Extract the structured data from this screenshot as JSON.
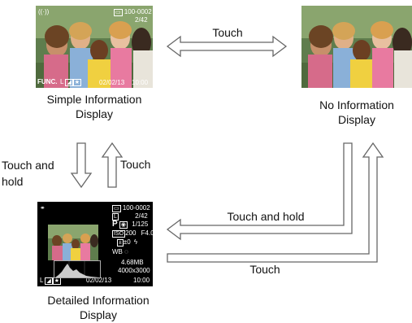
{
  "edge_labels": {
    "top": "Touch",
    "touch_and_hold_left": "Touch and hold",
    "touch_right": "Touch",
    "touch_and_hold_bottom": "Touch and hold",
    "touch_bottom": "Touch"
  },
  "nodes": {
    "simple": {
      "label_line1": "Simple Information",
      "label_line2": "Display"
    },
    "none": {
      "label_line1": "No Information",
      "label_line2": "Display"
    },
    "detailed": {
      "label_line1": "Detailed Information",
      "label_line2": "Display"
    }
  },
  "simple_osd": {
    "folder_file": "100-0002",
    "image_count": "2/42",
    "func": "FUNC.",
    "date": "02/02/13",
    "time": "10:00",
    "protect_icon": "L"
  },
  "detail_osd": {
    "folder_file": "100-0002",
    "image_count": "2/42",
    "mode": "P",
    "shutter": "1/125",
    "iso": "200",
    "aperture": "F4.0",
    "exposure": "±0",
    "file_size": "4.68MB",
    "resolution": "4000x3000",
    "date": "02/02/13",
    "time": "10:00"
  },
  "colors": {
    "arrow_fill": "#ffffff",
    "arrow_stroke": "#555555"
  }
}
